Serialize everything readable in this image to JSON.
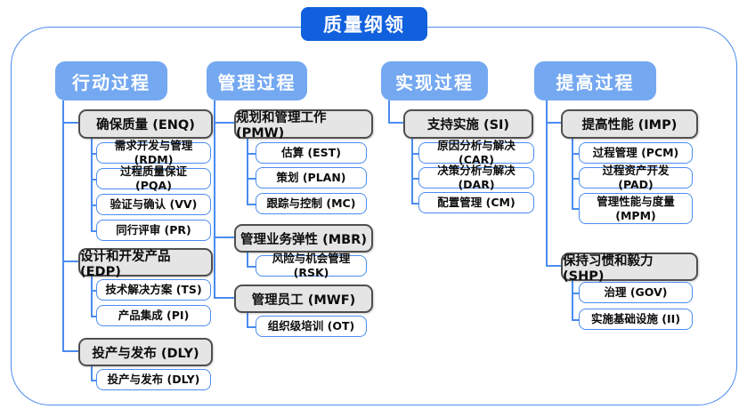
{
  "title": "质量纲领",
  "colors": {
    "root_blue": "#1160dd",
    "header_blue": "#74a8f1",
    "line_blue": "#4a8cf0",
    "gray_fill": "#e5e5e5",
    "gray_border": "#4f4f4f"
  },
  "columns": [
    {
      "header": "行动过程",
      "groups": [
        {
          "label": "确保质量 (ENQ)",
          "children": [
            "需求开发与管理 (RDM)",
            "过程质量保证 (PQA)",
            "验证与确认 (VV)",
            "同行评审 (PR)"
          ]
        },
        {
          "label": "设计和开发产品 (EDP)",
          "children": [
            "技术解决方案 (TS)",
            "产品集成 (PI)"
          ]
        },
        {
          "label": "投产与发布 (DLY)",
          "children": [
            "投产与发布 (DLY)"
          ]
        }
      ]
    },
    {
      "header": "管理过程",
      "groups": [
        {
          "label": "规划和管理工作 (PMW)",
          "children": [
            "估算 (EST)",
            "策划 (PLAN)",
            "跟踪与控制 (MC)"
          ]
        },
        {
          "label": "管理业务弹性 (MBR)",
          "children": [
            "风险与机会管理 (RSK)"
          ]
        },
        {
          "label": "管理员工 (MWF)",
          "children": [
            "组织级培训 (OT)"
          ]
        }
      ]
    },
    {
      "header": "实现过程",
      "groups": [
        {
          "label": "支持实施 (SI)",
          "children": [
            "原因分析与解决 (CAR)",
            "决策分析与解决 (DAR)",
            "配置管理 (CM)"
          ]
        }
      ]
    },
    {
      "header": "提高过程",
      "groups": [
        {
          "label": "提高性能 (IMP)",
          "children": [
            "过程管理 (PCM)",
            "过程资产开发 (PAD)",
            "管理性能与度量 (MPM)"
          ]
        },
        {
          "label": "保持习惯和毅力 (SHP)",
          "children": [
            "治理 (GOV)",
            "实施基础设施 (II)"
          ]
        }
      ]
    }
  ]
}
